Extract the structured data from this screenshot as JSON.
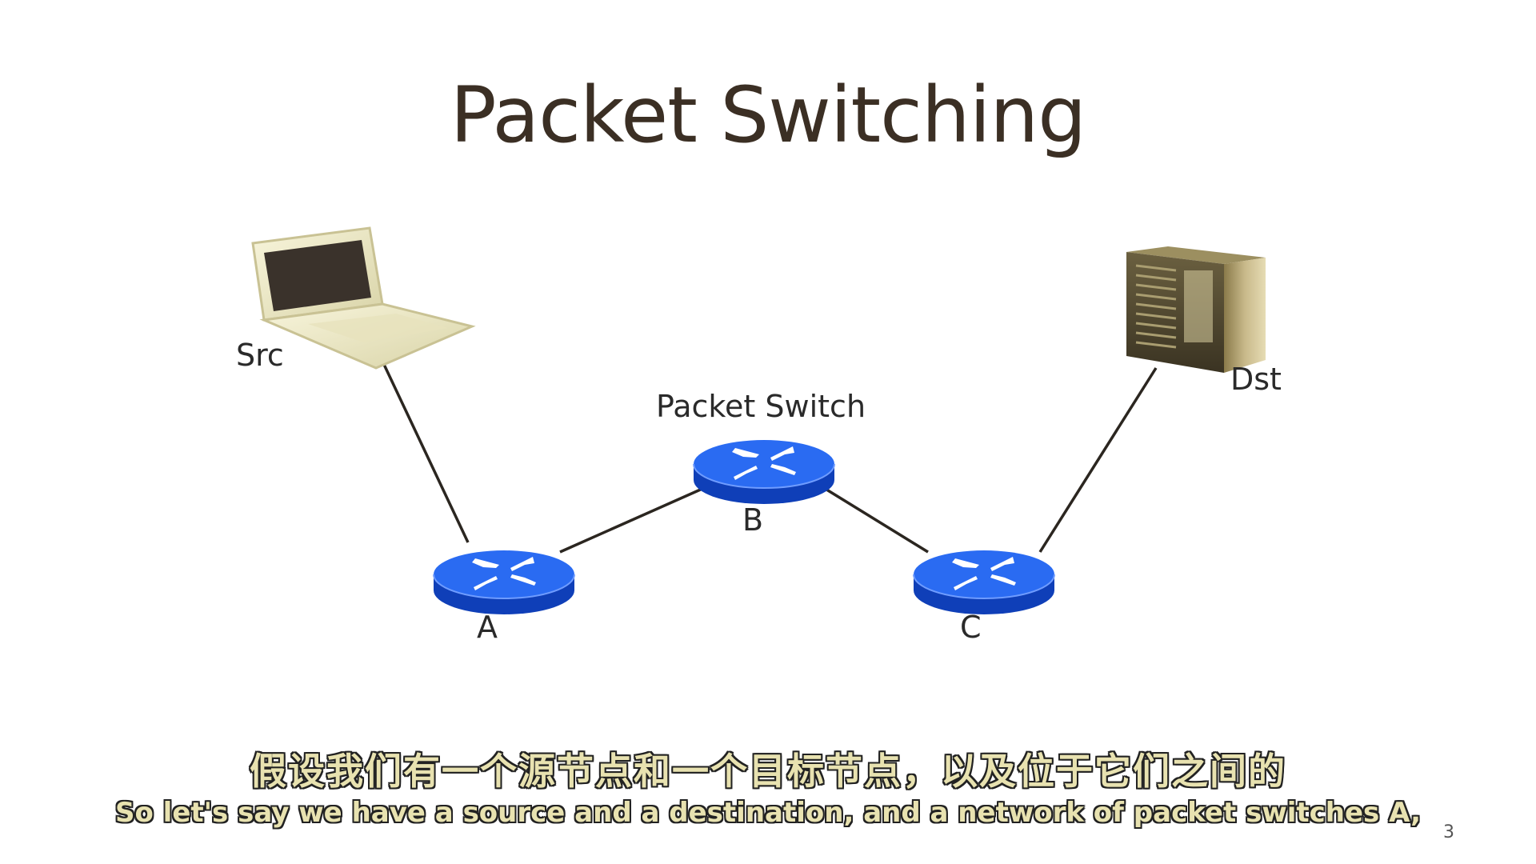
{
  "slide": {
    "title": "Packet Switching",
    "page_number": "3"
  },
  "diagram": {
    "nodes": {
      "src": {
        "label": "Src",
        "icon": "laptop-icon"
      },
      "dst": {
        "label": "Dst",
        "icon": "server-icon"
      },
      "switch_caption": "Packet Switch",
      "a": {
        "label": "A",
        "icon": "router-icon"
      },
      "b": {
        "label": "B",
        "icon": "router-icon"
      },
      "c": {
        "label": "C",
        "icon": "router-icon"
      }
    },
    "links": [
      [
        "Src",
        "A"
      ],
      [
        "A",
        "B"
      ],
      [
        "B",
        "C"
      ],
      [
        "C",
        "Dst"
      ]
    ]
  },
  "subtitles": {
    "zh": "假设我们有一个源节点和一个目标节点，以及位于它们之间的",
    "en": "So let's say we have a source and a destination, and a network of packet switches A,"
  },
  "colors": {
    "router_blue": "#1f5fe8",
    "title_text": "#3b2f24",
    "subtitle_fill": "#e8e2b0"
  }
}
